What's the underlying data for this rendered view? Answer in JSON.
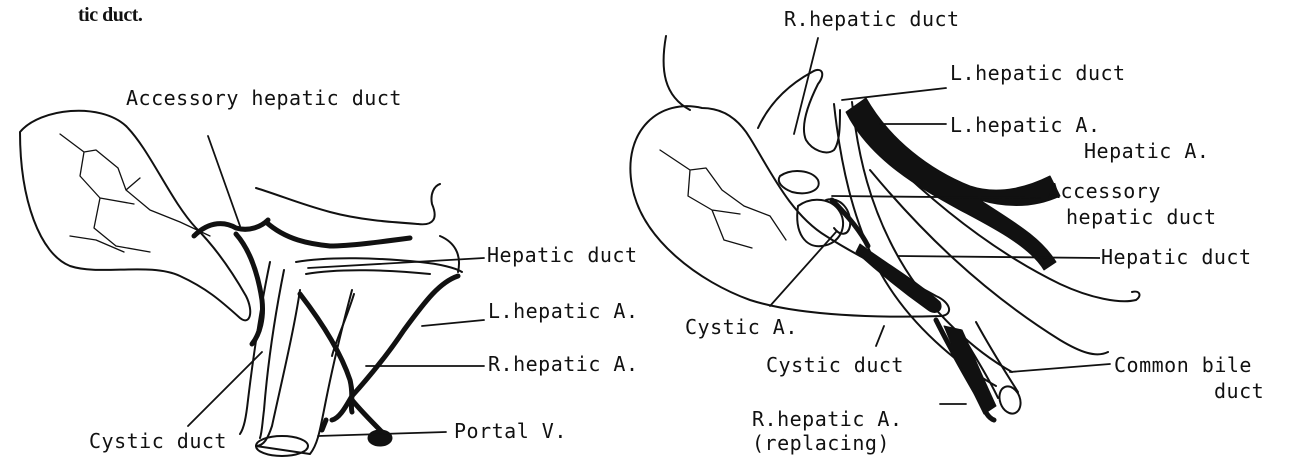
{
  "page_fragment": "tic duct.",
  "left_figure": {
    "labels": {
      "accessory_hepatic_duct": "Accessory hepatic duct",
      "hepatic_duct": "Hepatic duct",
      "l_hepatic_a": "L.hepatic A.",
      "r_hepatic_a": "R.hepatic A.",
      "portal_v": "Portal V.",
      "cystic_duct": "Cystic duct"
    }
  },
  "right_figure": {
    "labels": {
      "r_hepatic_duct": "R.hepatic duct",
      "l_hepatic_duct": "L.hepatic duct",
      "l_hepatic_a": "L.hepatic A.",
      "hepatic_a": "Hepatic A.",
      "accessory_hepatic_duct_line1": "Accessory",
      "accessory_hepatic_duct_line2": "hepatic duct",
      "hepatic_duct": "Hepatic duct",
      "cystic_a": "Cystic A.",
      "cystic_duct": "Cystic duct",
      "common_bile_duct_line1": "Common bile",
      "common_bile_duct_line2": "duct",
      "r_hepatic_a_replacing_line1": "R.hepatic A.",
      "r_hepatic_a_replacing_line2": "(replacing)"
    }
  },
  "colors": {
    "ink": "#111111",
    "paper": "#ffffff"
  }
}
